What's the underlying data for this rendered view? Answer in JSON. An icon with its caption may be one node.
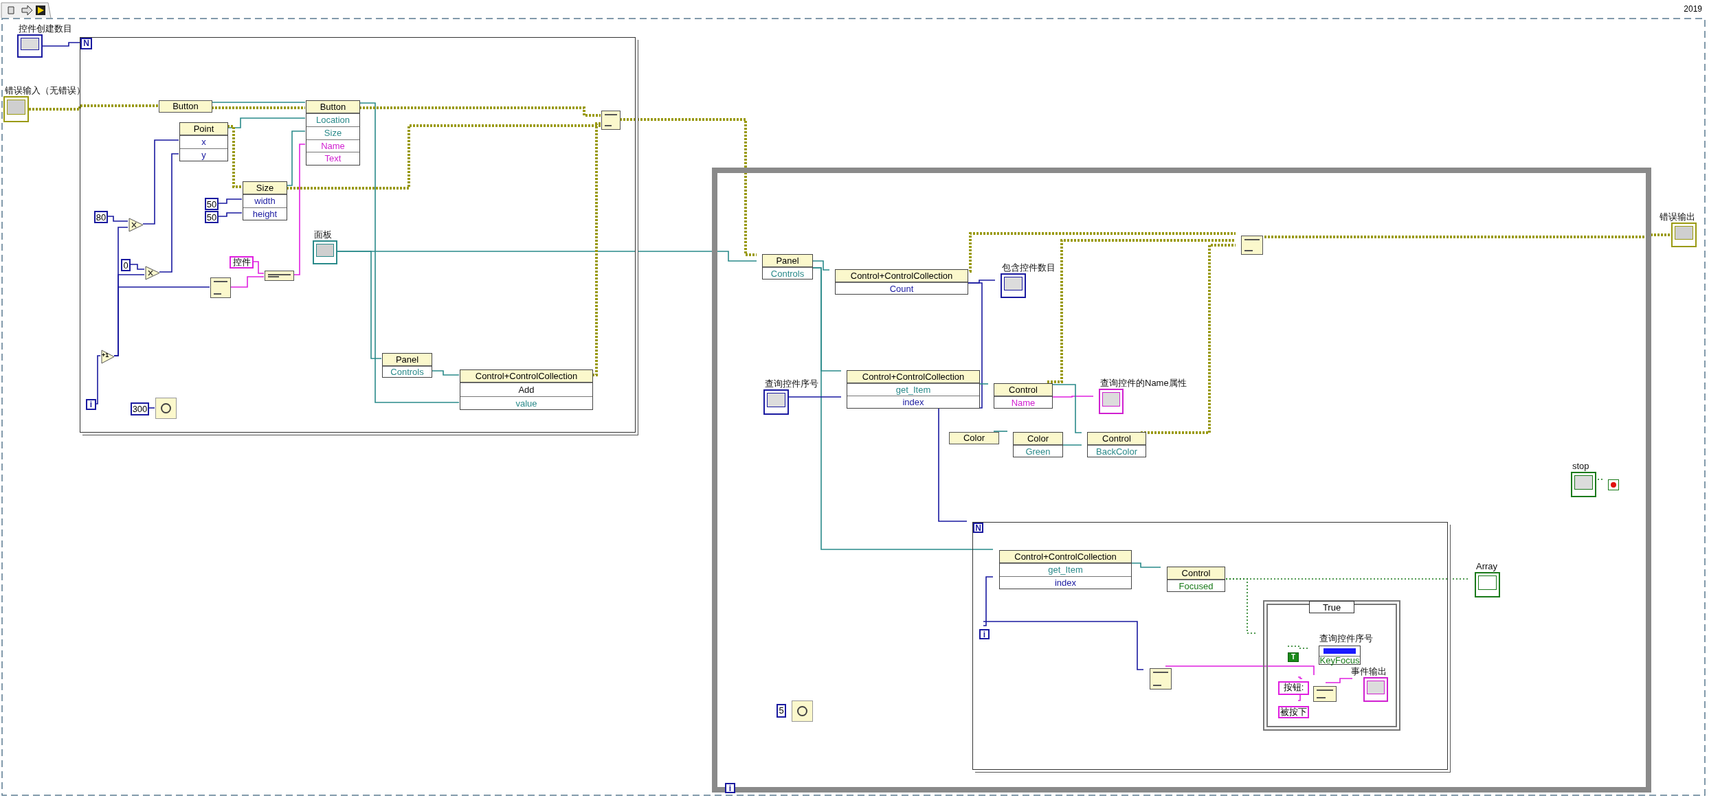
{
  "diagram": {
    "nodes": [
      {
        "text": [
          "控件创建数目"
        ]
      },
      {
        "text": [],
        "shape": "box"
      },
      {
        "text": [
          "N"
        ],
        "in": 1
      },
      {
        "text": [
          "错误输入（无错误）"
        ]
      },
      {
        "text": [
          "Button"
        ],
        "in": 1
      },
      {
        "text": [
          "Button",
          "Location",
          "Size",
          "Name",
          "Text"
        ],
        "in": 1
      },
      {
        "text": [
          "Point",
          "x",
          "y"
        ],
        "in": 1
      },
      {
        "text": [
          "Size",
          "width",
          "height"
        ],
        "in": 1
      },
      {
        "text": [
          "50"
        ],
        "in": 1
      },
      {
        "text": [
          "50"
        ],
        "in": 1
      },
      {
        "text": [
          "80"
        ],
        "in": 1
      },
      {
        "text": [],
        "shape": "triangle",
        "in": 1
      },
      {
        "text": [
          "0"
        ],
        "in": 1
      },
      {
        "text": [],
        "shape": "triangle",
        "in": 1
      },
      {
        "text": [
          "+1"
        ],
        "in": 1
      },
      {
        "text": [
          "i"
        ],
        "in": 1
      },
      {
        "text": [
          "300"
        ],
        "in": 1
      },
      {
        "text": [],
        "shape": "clock",
        "in": 1
      },
      {
        "text": [],
        "shape": "box",
        "in": 1
      },
      {
        "text": [
          "控件"
        ],
        "in": 1
      },
      {
        "text": [],
        "shape": "box",
        "in": 1
      },
      {
        "text": [
          "面板"
        ],
        "in": 1
      },
      {
        "text": [
          "Panel",
          "Controls"
        ],
        "in": 1
      },
      {
        "text": [
          "Control+ControlCollection",
          "Add",
          "value"
        ],
        "in": 1
      },
      {
        "text": [],
        "shape": "box",
        "in": 1
      },
      {
        "text": [],
        "shape": "box"
      },
      {
        "text": [
          "Panel",
          "Controls"
        ],
        "in": 25
      },
      {
        "text": [
          "Control+ControlCollection",
          "Count"
        ],
        "in": 25
      },
      {
        "text": [
          "包含控件数目"
        ],
        "in": 25
      },
      {
        "text": [
          "查询控件序号"
        ],
        "in": 25
      },
      {
        "text": [
          "Control+ControlCollection",
          "get_Item",
          "index"
        ],
        "in": 25
      },
      {
        "text": [
          "Control",
          "Name"
        ],
        "in": 25
      },
      {
        "text": [
          "查询控件的Name属性"
        ],
        "in": 25
      },
      {
        "text": [
          "Color"
        ],
        "in": 25
      },
      {
        "text": [
          "Color",
          "Green"
        ],
        "in": 25
      },
      {
        "text": [
          "Control",
          "BackColor"
        ],
        "in": 25
      },
      {
        "text": [],
        "shape": "box",
        "in": 25
      },
      {
        "text": [
          "错误输出"
        ]
      },
      {
        "text": [
          "stop"
        ],
        "in": 25
      },
      {
        "text": [],
        "shape": "circle",
        "in": 25
      },
      {
        "text": [],
        "shape": "box",
        "in": 25
      },
      {
        "text": [
          "N"
        ],
        "in": 40
      },
      {
        "text": [
          "i"
        ],
        "in": 40
      },
      {
        "text": [
          "Control+ControlCollection",
          "get_Item",
          "index"
        ],
        "in": 40
      },
      {
        "text": [
          "Control",
          "Focused"
        ],
        "in": 40
      },
      {
        "text": [
          "Array"
        ],
        "in": 25
      },
      {
        "text": [
          "True"
        ],
        "in": 40
      },
      {
        "text": [
          "T"
        ],
        "in": 46
      },
      {
        "text": [
          "查询控件序号",
          "KeyFocus"
        ],
        "in": 46
      },
      {
        "text": [],
        "shape": "box",
        "in": 40
      },
      {
        "text": [
          "按钮:"
        ],
        "in": 46
      },
      {
        "text": [
          "被按下"
        ],
        "in": 46
      },
      {
        "text": [],
        "shape": "box",
        "in": 46
      },
      {
        "text": [
          "事件输出"
        ],
        "in": 46
      },
      {
        "text": [
          "5"
        ],
        "in": 25
      },
      {
        "text": [],
        "shape": "clock",
        "in": 25
      },
      {
        "text": [
          "i"
        ],
        "in": 25
      }
    ],
    "edges": [
      {
        "from": 0,
        "to": 2,
        "arrow": "none"
      },
      {
        "from": 3,
        "to": 4,
        "arrow": "none",
        "style": "dashed",
        "color": "#9a9a10"
      },
      {
        "from": 4,
        "to": 5,
        "arrow": "none",
        "style": "dashed",
        "color": "#9a9a10"
      },
      {
        "from": 4,
        "to": 5,
        "arrow": "none",
        "color": "#2a8a8a"
      },
      {
        "from": 5,
        "to": 23,
        "arrow": "none",
        "color": "#2a8a8a"
      },
      {
        "from": 6,
        "to": 5,
        "arrow": "none",
        "color": "#2a8a8a"
      },
      {
        "from": 6,
        "to": 7,
        "arrow": "none",
        "style": "dashed",
        "color": "#9a9a10"
      },
      {
        "from": 7,
        "to": 5,
        "arrow": "none",
        "color": "#2a8a8a"
      },
      {
        "from": 7,
        "to": 24,
        "arrow": "none",
        "style": "dashed",
        "color": "#9a9a10"
      },
      {
        "from": 5,
        "to": 24,
        "arrow": "none",
        "style": "dashed",
        "color": "#9a9a10"
      },
      {
        "from": 8,
        "to": 7,
        "arrow": "none"
      },
      {
        "from": 9,
        "to": 7,
        "arrow": "none"
      },
      {
        "from": 10,
        "to": 11,
        "arrow": "none"
      },
      {
        "from": 11,
        "to": 6,
        "arrow": "none"
      },
      {
        "from": 12,
        "to": 13,
        "arrow": "none"
      },
      {
        "from": 13,
        "to": 6,
        "arrow": "none"
      },
      {
        "from": 15,
        "to": 14,
        "arrow": "none"
      },
      {
        "from": 14,
        "to": 11,
        "arrow": "none"
      },
      {
        "from": 14,
        "to": 13,
        "arrow": "none"
      },
      {
        "from": 14,
        "to": 18,
        "arrow": "none"
      },
      {
        "from": 16,
        "to": 17,
        "arrow": "none"
      },
      {
        "from": 19,
        "to": 20,
        "arrow": "none",
        "color": "#e020e0"
      },
      {
        "from": 18,
        "to": 20,
        "arrow": "none",
        "color": "#e020e0"
      },
      {
        "from": 20,
        "to": 5,
        "arrow": "none",
        "color": "#e020e0"
      },
      {
        "from": 21,
        "to": 22,
        "arrow": "none",
        "color": "#2a8a8a"
      },
      {
        "from": 21,
        "to": 26,
        "arrow": "none",
        "color": "#2a8a8a"
      },
      {
        "from": 22,
        "to": 23,
        "arrow": "none",
        "color": "#2a8a8a"
      },
      {
        "from": 23,
        "to": 24,
        "arrow": "none",
        "style": "dashed",
        "color": "#9a9a10"
      },
      {
        "from": 24,
        "to": 26,
        "arrow": "none",
        "style": "dashed",
        "color": "#9a9a10"
      },
      {
        "from": 26,
        "to": 27,
        "arrow": "none",
        "color": "#2a8a8a"
      },
      {
        "from": 26,
        "to": 30,
        "arrow": "none",
        "color": "#2a8a8a"
      },
      {
        "from": 26,
        "to": 43,
        "arrow": "none",
        "color": "#2a8a8a"
      },
      {
        "from": 27,
        "to": 28,
        "arrow": "none"
      },
      {
        "from": 27,
        "to": 41,
        "arrow": "none"
      },
      {
        "from": 27,
        "to": 36,
        "arrow": "none",
        "style": "dashed",
        "color": "#9a9a10"
      },
      {
        "from": 29,
        "to": 30,
        "arrow": "none"
      },
      {
        "from": 30,
        "to": 31,
        "arrow": "none",
        "color": "#2a8a8a"
      },
      {
        "from": 31,
        "to": 32,
        "arrow": "none",
        "color": "#e020e0"
      },
      {
        "from": 31,
        "to": 35,
        "arrow": "none",
        "color": "#2a8a8a"
      },
      {
        "from": 31,
        "to": 36,
        "arrow": "none",
        "style": "dashed",
        "color": "#9a9a10"
      },
      {
        "from": 33,
        "to": 34,
        "arrow": "none",
        "color": "#2a8a8a"
      },
      {
        "from": 34,
        "to": 35,
        "arrow": "none",
        "color": "#2a8a8a"
      },
      {
        "from": 35,
        "to": 36,
        "arrow": "none",
        "style": "dashed",
        "color": "#9a9a10"
      },
      {
        "from": 36,
        "to": 37,
        "arrow": "none",
        "style": "dashed",
        "color": "#9a9a10"
      },
      {
        "from": 38,
        "to": 39,
        "arrow": "none",
        "style": "dashed",
        "color": "#1a7a1a"
      },
      {
        "from": 42,
        "to": 43,
        "arrow": "none"
      },
      {
        "from": 43,
        "to": 44,
        "arrow": "none",
        "color": "#2a8a8a"
      },
      {
        "from": 44,
        "to": 45,
        "arrow": "none",
        "style": "dashed",
        "color": "#1a7a1a"
      },
      {
        "from": 44,
        "to": 46,
        "arrow": "none",
        "style": "dashed",
        "color": "#1a7a1a"
      },
      {
        "from": 47,
        "to": 48,
        "arrow": "none",
        "style": "dashed",
        "color": "#1a7a1a"
      },
      {
        "from": 42,
        "to": 49,
        "arrow": "none"
      },
      {
        "from": 49,
        "to": 52,
        "arrow": "none",
        "color": "#e020e0"
      },
      {
        "from": 50,
        "to": 52,
        "arrow": "none",
        "color": "#e020e0"
      },
      {
        "from": 51,
        "to": 52,
        "arrow": "none",
        "color": "#e020e0"
      },
      {
        "from": 52,
        "to": 53,
        "arrow": "none",
        "color": "#e020e0"
      },
      {
        "from": 54,
        "to": 55,
        "arrow": "none"
      }
    ],
    "labels": [
      "2019"
    ]
  }
}
